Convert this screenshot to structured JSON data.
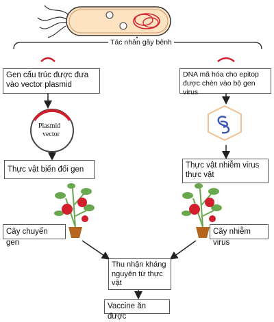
{
  "source": {
    "label": "Tác nhân gây bệnh"
  },
  "left": {
    "step1": "Gen cấu trúc được đưa vào vector plasmid",
    "plasmid_line1": "Plasmid",
    "plasmid_line2": "vector",
    "step2": "Thực vật biến đổi gen",
    "plant_label": "Cây chuyển gen"
  },
  "right": {
    "step1": "DNA mã hóa cho epitop được chèn vào bộ gen virus",
    "step2": "Thực vật nhiễm virus thực vật",
    "plant_label": "Cây nhiễm virus"
  },
  "merge": {
    "label": "Thu nhận kháng nguyên từ thực vật"
  },
  "final": {
    "label": "Vaccine ăn được"
  },
  "colors": {
    "red": "#d11f2e",
    "blue": "#3a55b4",
    "leaf": "#6aa84f",
    "pot": "#b5651d",
    "hex": "#f0c090"
  }
}
